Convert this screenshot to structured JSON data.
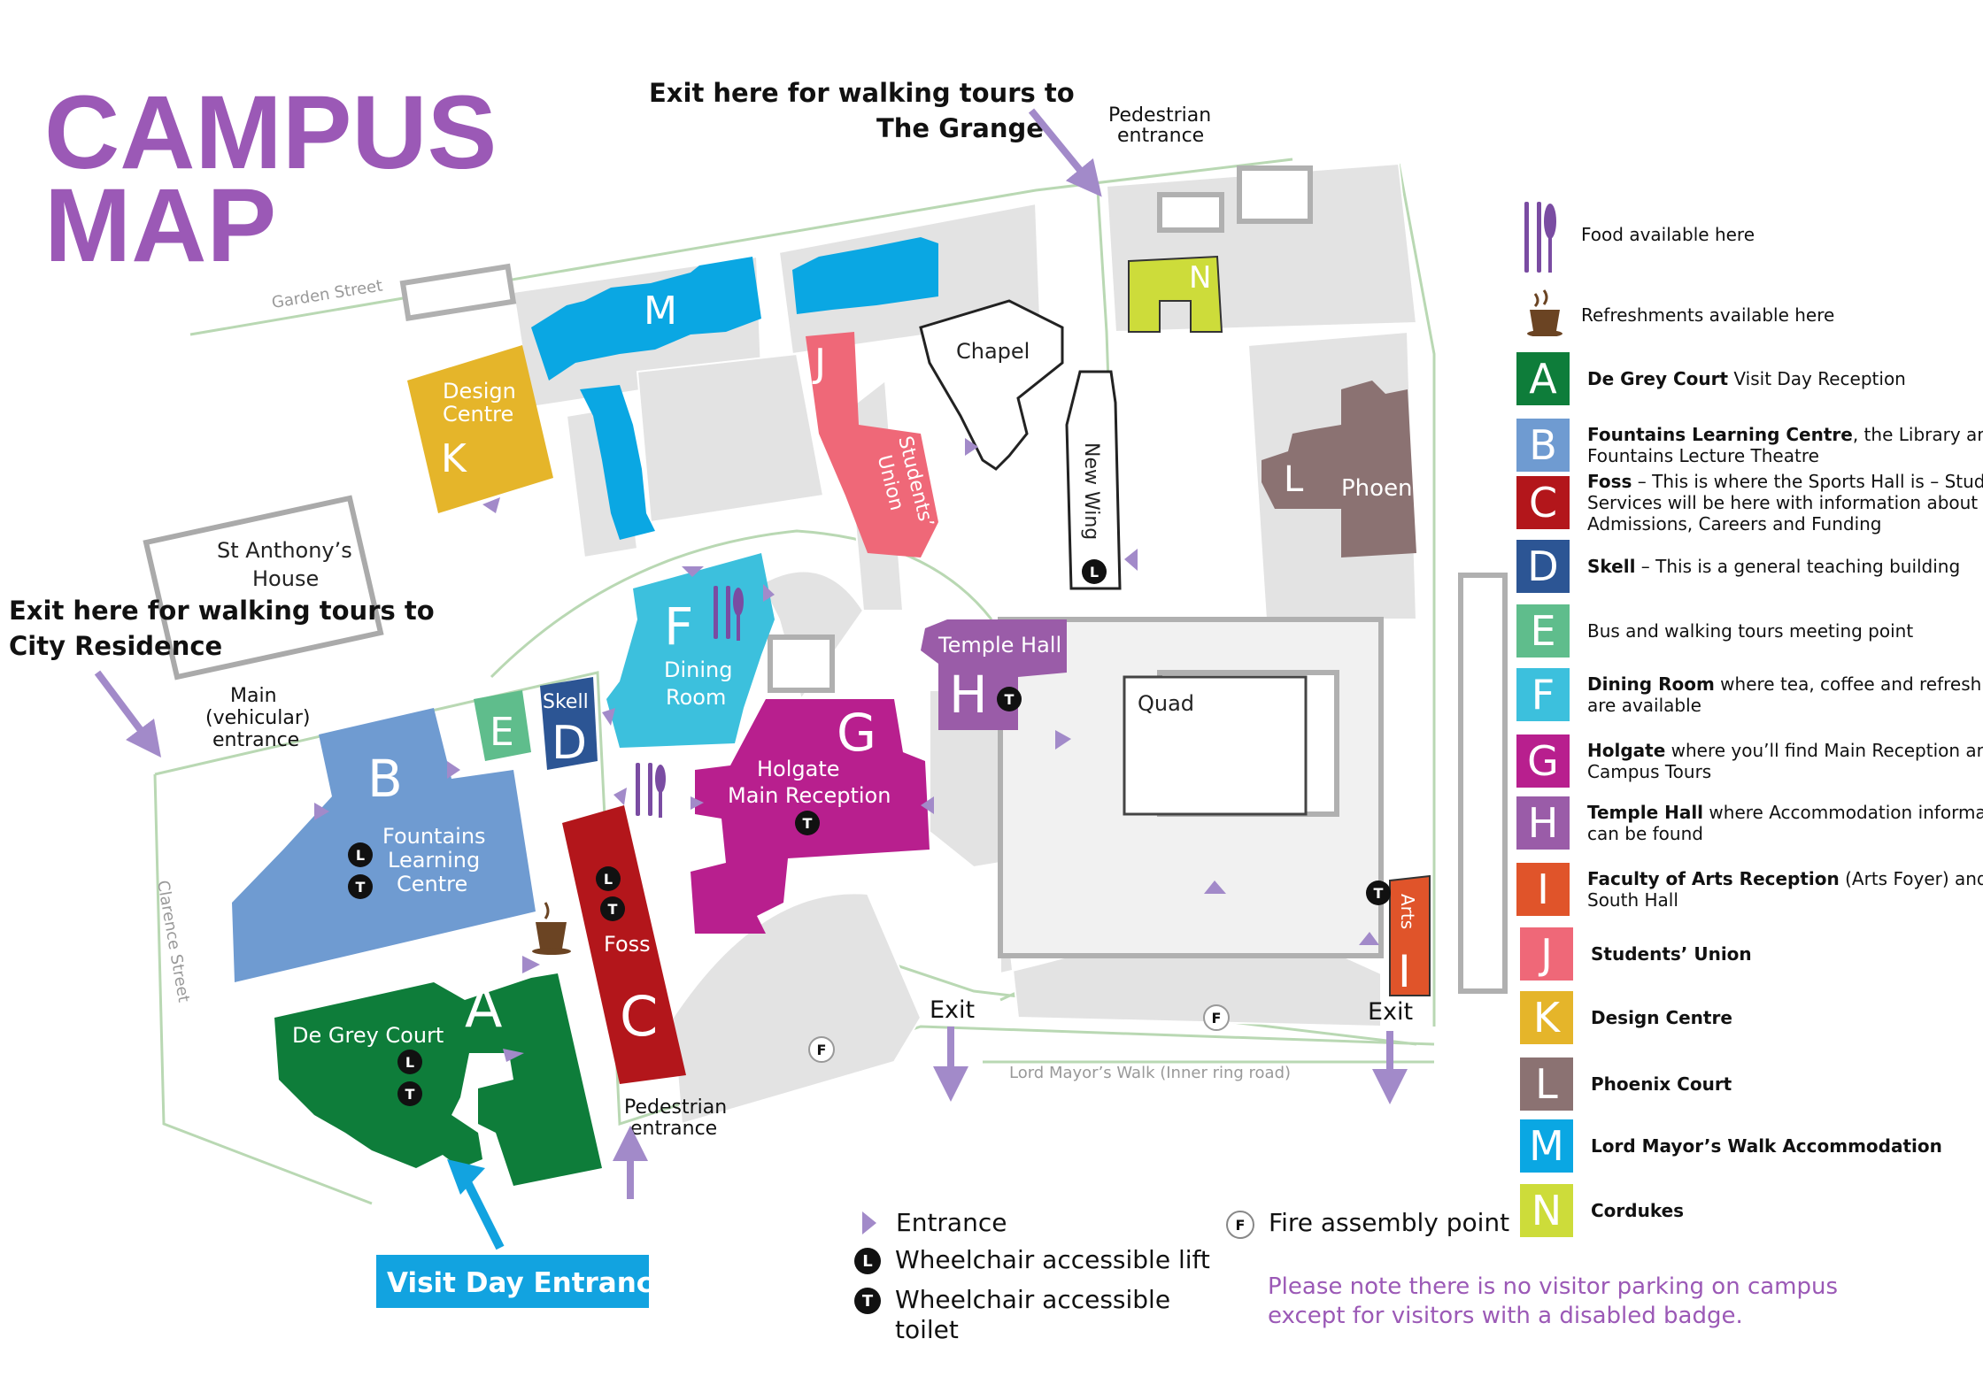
{
  "header": {
    "title_line1": "CAMPUS",
    "title_line2": "MAP"
  },
  "streets": {
    "garden": "Garden Street",
    "clarence": "Clarence Street",
    "lord_mayors": "Lord Mayor’s Walk (Inner ring road)"
  },
  "callouts": {
    "grange_l1": "Exit here for walking tours to",
    "grange_l2": "The Grange",
    "city_l1": "Exit here for walking tours to",
    "city_l2": "City Residence",
    "ped_top_l1": "Pedestrian",
    "ped_top_l2": "entrance",
    "main_l1": "Main",
    "main_l2": "(vehicular)",
    "main_l3": "entrance",
    "ped_bottom_l1": "Pedestrian",
    "ped_bottom_l2": "entrance",
    "exit_left": "Exit",
    "exit_right": "Exit",
    "visit_day": "Visit Day Entrance"
  },
  "buildings": {
    "design_centre_l1": "Design",
    "design_centre_l2": "Centre",
    "k": "K",
    "m": "M",
    "j": "J",
    "students_union_l1": "Students’",
    "students_union_l2": "Union",
    "chapel": "Chapel",
    "n": "N",
    "new_wing": "New Wing",
    "l": "L",
    "phoenix": "Phoenix",
    "st_anthony_l1": "St Anthony’s",
    "st_anthony_l2": "House",
    "f": "F",
    "dining_l1": "Dining",
    "dining_l2": "Room",
    "temple_hall": "Temple Hall",
    "h": "H",
    "quad": "Quad",
    "e": "E",
    "skell": "Skell",
    "d": "D",
    "b": "B",
    "fountains_l1": "Fountains",
    "fountains_l2": "Learning",
    "fountains_l3": "Centre",
    "g": "G",
    "holgate_l1": "Holgate",
    "holgate_l2": "Main Reception",
    "foss": "Foss",
    "c": "C",
    "arts": "Arts",
    "i": "I",
    "a": "A",
    "de_grey": "De Grey Court"
  },
  "symbols": {
    "lift": "L",
    "toilet": "T",
    "fire": "F"
  },
  "legend_icons": [
    {
      "icon": "food-icon",
      "text": "Food available here"
    },
    {
      "icon": "coffee-cup-icon",
      "text": "Refreshments available here"
    }
  ],
  "legend": [
    {
      "letter": "A",
      "color": "#0e7d3a",
      "bold": "De Grey Court",
      "rest": " Visit Day Reception"
    },
    {
      "letter": "B",
      "color": "#6f9bd1",
      "bold": "Fountains Learning Centre",
      "rest": ", the Library and Fountains Lecture Theatre"
    },
    {
      "letter": "C",
      "color": "#b3161b",
      "bold": "Foss",
      "rest": " – This is where the Sports Hall is – Student Services will be here with information about Admissions, Careers and Funding"
    },
    {
      "letter": "D",
      "color": "#2c5594",
      "bold": "Skell",
      "rest": " – This is a general teaching building"
    },
    {
      "letter": "E",
      "color": "#5fbd8c",
      "bold": "",
      "rest": "Bus and walking tours meeting point"
    },
    {
      "letter": "F",
      "color": "#3cc0dd",
      "bold": "Dining Room",
      "rest": " where tea, coffee and refreshments are available"
    },
    {
      "letter": "G",
      "color": "#b81f8e",
      "bold": "Holgate",
      "rest": " where you’ll find Main Reception and Campus Tours"
    },
    {
      "letter": "H",
      "color": "#9a5ca8",
      "bold": "Temple Hall",
      "rest": " where Accommodation information can be found"
    },
    {
      "letter": "I",
      "color": "#e0542a",
      "bold": "Faculty of Arts Reception",
      "rest": " (Arts Foyer) and Quad South Hall"
    },
    {
      "letter": "J",
      "color": "#ef6878",
      "bold": "Students’ Union",
      "rest": ""
    },
    {
      "letter": "K",
      "color": "#e5b52a",
      "bold": "Design Centre",
      "rest": ""
    },
    {
      "letter": "L",
      "color": "#8b7272",
      "bold": "Phoenix Court",
      "rest": ""
    },
    {
      "letter": "M",
      "color": "#0aa7e3",
      "bold": "Lord Mayor’s Walk Accommodation",
      "rest": ""
    },
    {
      "letter": "N",
      "color": "#cddc3a",
      "bold": "Cordukes",
      "rest": ""
    }
  ],
  "key": {
    "entrance": "Entrance",
    "lift": "Wheelchair accessible lift",
    "toilet_l1": "Wheelchair accessible",
    "toilet_l2": "toilet",
    "fire": "Fire assembly point"
  },
  "notice": {
    "l1": "Please note there is no visitor parking on campus",
    "l2": "except for visitors with a disabled badge."
  },
  "colors": {
    "title": "#9b59b6",
    "arrow": "#a28ac9",
    "notice": "#9b59b6",
    "visit_day": "#12a3e0",
    "road": "#b9d8b3"
  }
}
